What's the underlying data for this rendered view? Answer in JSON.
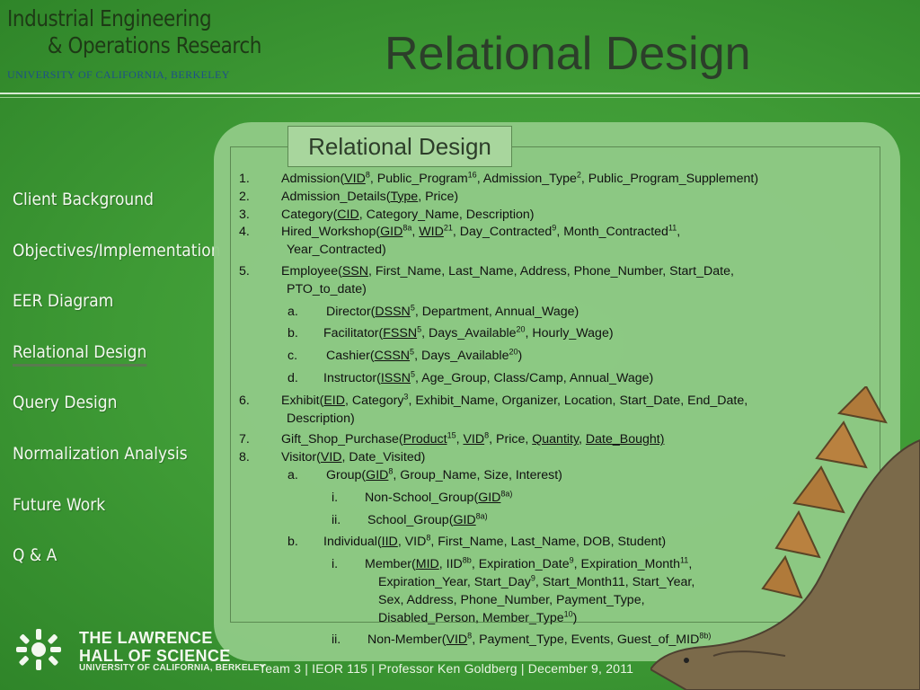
{
  "header": {
    "logo_line1": "Industrial Engineering",
    "logo_line2": "& Operations Research",
    "logo_university": "UNIVERSITY OF CALIFORNIA, BERKELEY",
    "page_title": "Relational Design"
  },
  "sidebar": {
    "items": [
      {
        "label": "Client Background"
      },
      {
        "label": "Objectives/Implementation"
      },
      {
        "label": "EER Diagram"
      },
      {
        "label": "Relational Design"
      },
      {
        "label": "Query Design"
      },
      {
        "label": "Normalization Analysis"
      },
      {
        "label": "Future Work"
      },
      {
        "label": "Q & A"
      }
    ],
    "active_index": 3
  },
  "content": {
    "box_title": "Relational Design",
    "n1": "1.",
    "n2": "2.",
    "n3": "3.",
    "n4": "4.",
    "n5": "5.",
    "n6": "6.",
    "n7": "7.",
    "n8": "8.",
    "a": "a.",
    "b": "b.",
    "c": "c.",
    "d": "d.",
    "i": "i.",
    "ii": "ii.",
    "admission": "Admission(",
    "vid": "VID",
    "s8": "8",
    "s16": "16",
    "s2": "2",
    "admission_rest1": ", Public_Program",
    "admission_rest2": ", Admission_Type",
    "admission_rest3": ", Public_Program_Supplement)",
    "adm_details": "Admission_Details(",
    "type": "Type",
    "price_close": ", Price)",
    "category": "Category(",
    "cid": "CID",
    "category_rest": ", Category_Name, Description)",
    "hired": "Hired_Workshop(",
    "gid": "GID",
    "s8a": "8a",
    "comma_sp": ", ",
    "wid": "WID",
    "s21": "21",
    "hired_rest1": ", Day_Contracted",
    "s9": "9",
    "hired_rest2": ", Month_Contracted",
    "s11": "11",
    "comma": ",",
    "year_contracted": "Year_Contracted)",
    "employee": "Employee(",
    "ssn": "SSN",
    "employee_rest": ", First_Name, Last_Name, Address, Phone_Number, Start_Date,",
    "pto": "PTO_to_date)",
    "director": "Director(",
    "dssn": "DSSN",
    "s5": "5",
    "director_rest": ", Department, Annual_Wage)",
    "facilitator": "Facilitator(",
    "fssn": "FSSN",
    "days_avail": ", Days_Available",
    "s20": "20",
    "facilitator_rest": ", Hourly_Wage)",
    "cashier": "Cashier(",
    "cssn": "CSSN",
    "cashier_rest": ",  Days_Available",
    "close": ")",
    "instructor": "Instructor(",
    "issn": "ISSN",
    "instructor_rest": ", Age_Group, Class/Camp, Annual_Wage)",
    "exhibit": "Exhibit(",
    "eid": "EID",
    "exhibit_rest1": ", Category",
    "s3": "3",
    "exhibit_rest2": ", Exhibit_Name, Organizer, Location, Start_Date, End_Date,",
    "description": "Description)",
    "gift": "Gift_Shop_Purchase(",
    "product": "Product",
    "s15": "15",
    "price_sep": ", Price, ",
    "quantity": "Quantity",
    "date_bought": "Date_Bought)",
    "visitor": "Visitor(",
    "visitor_rest": ", Date_Visited)",
    "group": "Group(",
    "group_rest": ", Group_Name, Size, Interest)",
    "nonschool": "Non-School_Group(",
    "school": "School_Group(",
    "s8a_close": "8a)",
    "individual": "Individual(",
    "iid": "IID",
    "vid_plain": ", VID",
    "individual_rest": ", First_Name, Last_Name, DOB, Student)",
    "member": "Member(",
    "mid": "MID",
    "iid_plain": ", IID",
    "s8b": "8b",
    "member_rest1": ", Expiration_Date",
    "member_rest2": ", Expiration_Month",
    "member_l2a": "Expiration_Year, Start_Day",
    "member_l2b": ", Start_Month11, Start_Year,",
    "member_l3": "Sex, Address, Phone_Number, Payment_Type,",
    "member_l4": "Disabled_Person, Member_Type",
    "s10": "10",
    "nonmember": "Non-Member(",
    "nonmember_rest": ", Payment_Type, Events, Guest_of_MID",
    "s8b_close": "8b)"
  },
  "footer": {
    "lhs_line1": "THE LAWRENCE",
    "lhs_line2": "HALL OF SCIENCE",
    "lhs_line3": "UNIVERSITY OF CALIFORNIA, BERKELEY",
    "team_line": "Team 3 | IEOR 115 | Professor Ken Goldberg | December 9, 2011"
  },
  "colors": {
    "background": "#3f9a36",
    "panel": "#8ec985",
    "title_text": "#2c3e2a"
  }
}
